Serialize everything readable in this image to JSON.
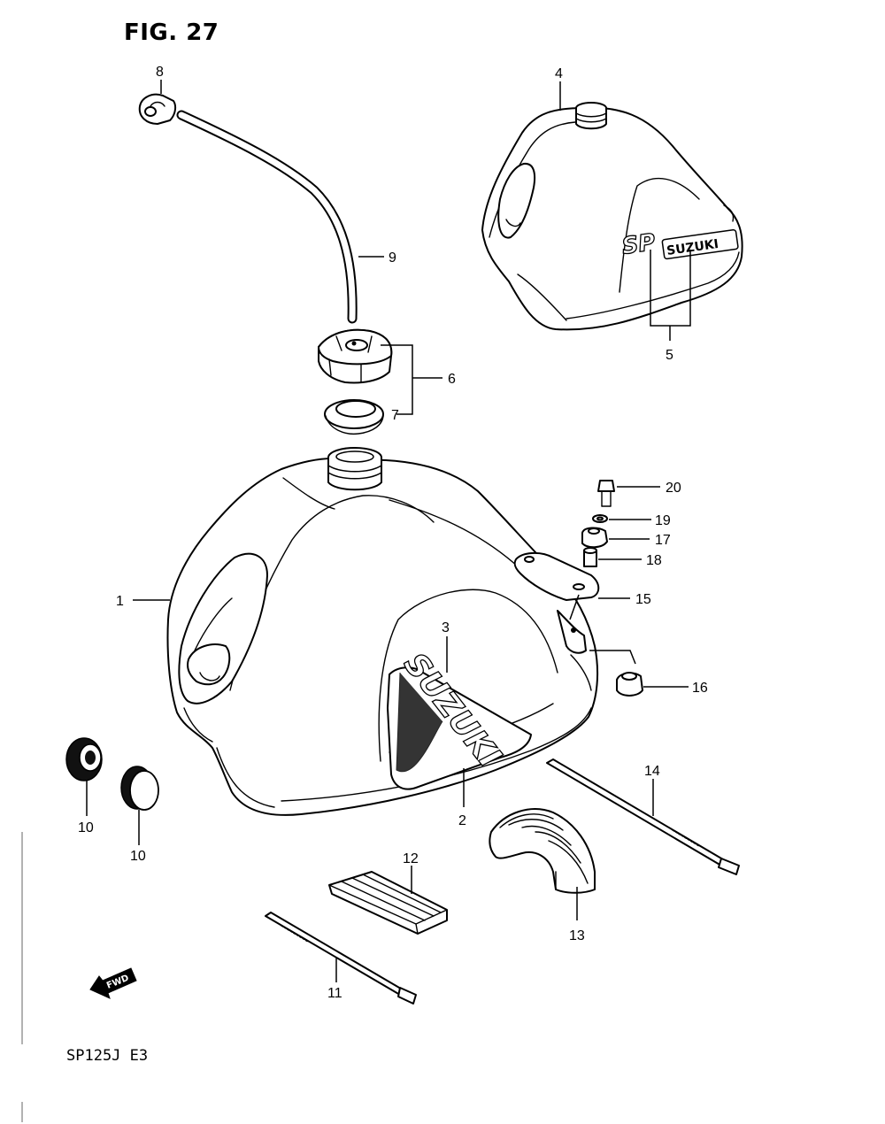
{
  "figure": {
    "title": "FIG. 27",
    "model_code": "SP125J  E3"
  },
  "tank_logo_text": "SUZUKI",
  "small_tank_logo_text": "SP",
  "small_tank_brand_text": "SUZUKI",
  "fwd_arrow_text": "FWD",
  "callouts": {
    "c1": "1",
    "c2": "2",
    "c3": "3",
    "c4": "4",
    "c5": "5",
    "c6": "6",
    "c7": "7",
    "c8": "8",
    "c9": "9",
    "c10a": "10",
    "c10b": "10",
    "c11": "11",
    "c12": "12",
    "c13": "13",
    "c14": "14",
    "c15": "15",
    "c16": "16",
    "c17": "17",
    "c18": "18",
    "c19": "19",
    "c20": "20"
  }
}
